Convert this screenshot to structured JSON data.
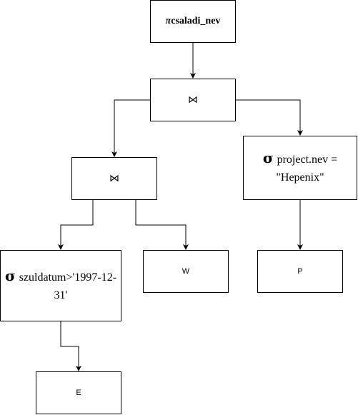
{
  "nodes": {
    "projection": {
      "symbol": "π",
      "label": "csaladi_nev"
    },
    "join_top": {
      "label": "⋈"
    },
    "join_left": {
      "label": "⋈"
    },
    "select_project": {
      "symbol": "σ",
      "condition": "project.nev = \"Hepenix\""
    },
    "select_szul": {
      "symbol": "σ",
      "condition": "szuldatum>'1997-12-31'"
    },
    "rel_w": {
      "label": "W"
    },
    "rel_p": {
      "label": "P"
    },
    "rel_e": {
      "label": "E"
    }
  },
  "colors": {
    "stroke": "#000000",
    "fill": "#ffffff"
  }
}
